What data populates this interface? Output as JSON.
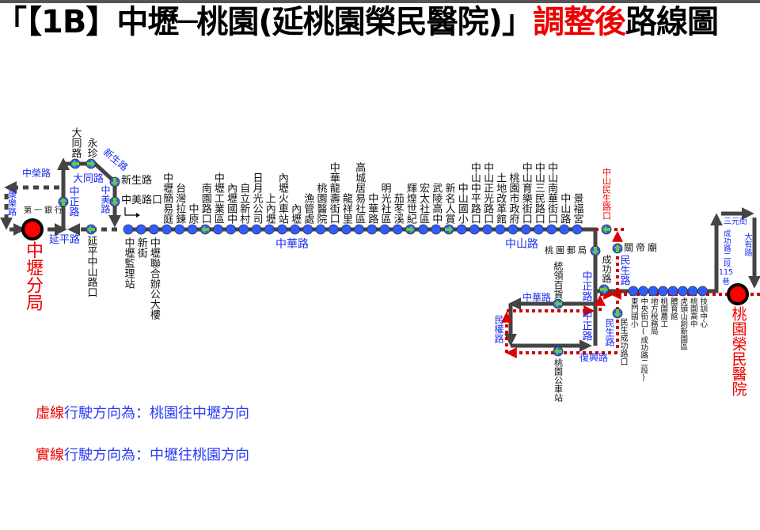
{
  "title": {
    "prefix": "「【1B】中壢─桃園(延桃園榮民醫院)」",
    "highlight": "調整後",
    "suffix": "路線圖"
  },
  "terminals": {
    "start": "中壢分局",
    "end": "桃園榮民醫院"
  },
  "main_stops": [
    {
      "name": "中壢監理站",
      "kind": "normal"
    },
    {
      "name": "新街",
      "kind": "normal"
    },
    {
      "name": "中壢聯合辦公大樓",
      "kind": "normal"
    },
    {
      "name": "中壢簡易庭",
      "kind": "normal"
    },
    {
      "name": "台灣拉鍊",
      "kind": "normal"
    },
    {
      "name": "中原",
      "kind": "normal"
    },
    {
      "name": "南園路口",
      "kind": "one-way"
    },
    {
      "name": "中壢工業區",
      "kind": "normal"
    },
    {
      "name": "內壢國中",
      "kind": "normal"
    },
    {
      "name": "自立新村",
      "kind": "normal"
    },
    {
      "name": "日月光公司",
      "kind": "normal"
    },
    {
      "name": "上內壢",
      "kind": "normal"
    },
    {
      "name": "內壢火車站",
      "kind": "normal"
    },
    {
      "name": "內壢",
      "kind": "normal"
    },
    {
      "name": "漁管處",
      "kind": "normal"
    },
    {
      "name": "桃園醫院",
      "kind": "normal"
    },
    {
      "name": "中華龍壽街口",
      "kind": "normal"
    },
    {
      "name": "龍祥里",
      "kind": "normal"
    },
    {
      "name": "高城居易社區",
      "kind": "normal"
    },
    {
      "name": "中華路",
      "kind": "normal"
    },
    {
      "name": "明光社區",
      "kind": "normal"
    },
    {
      "name": "茄苳溪",
      "kind": "normal"
    },
    {
      "name": "輝煌世紀",
      "kind": "one-way"
    },
    {
      "name": "宏太社區",
      "kind": "normal"
    },
    {
      "name": "武陵高中",
      "kind": "normal"
    },
    {
      "name": "新名人賞",
      "kind": "one-way"
    },
    {
      "name": "中山國小",
      "kind": "normal"
    },
    {
      "name": "中山中平路口",
      "kind": "normal"
    },
    {
      "name": "中山正光路口",
      "kind": "normal"
    },
    {
      "name": "土地改革館",
      "kind": "normal"
    },
    {
      "name": "桃園市政府",
      "kind": "normal"
    },
    {
      "name": "中山育樂街口",
      "kind": "normal"
    },
    {
      "name": "中山三民路口",
      "kind": "normal"
    },
    {
      "name": "中山南華街口",
      "kind": "normal"
    },
    {
      "name": "中山路",
      "kind": "normal"
    },
    {
      "name": "景福宮",
      "kind": "normal"
    }
  ],
  "east_stops": [
    "東門國小",
    "中央街口(成功路二段)",
    "地方稅務局",
    "桃園農工",
    "體育館",
    "虎頭山創新園區",
    "桃園高中",
    "技訓中心"
  ],
  "other_stops": {
    "datong": "大同路",
    "yongzhen": "永珍",
    "xinsheng": "新生路",
    "zhongmei": "中美路口",
    "firstbank": "第一銀行",
    "yanping_zhongshan": "延平中山路口",
    "zhongshan_minsheng": "中山民生路口",
    "post_office": "桃園郵局",
    "guandi": "關帝廟",
    "chenggong": "成功路",
    "tonglin": "統領百貨",
    "minsheng_chenggong": "民生成功路口",
    "bus_station": "桃園公車站"
  },
  "roads": {
    "zhongrong": "中榮路",
    "kangle": "康樂路",
    "datong_rd": "大同路",
    "zhongzheng_w": "中正路",
    "xinsheng_rd": "新生路",
    "zhongmei_rd": "中美路",
    "yanping": "延平路",
    "zhonghua": "中華路",
    "zhongshan": "中山路",
    "minsheng_n": "民生路",
    "zhongzheng_1": "中正路",
    "zhonghua_e": "中華路",
    "zhongzheng_2": "中正路",
    "minquan": "民權路",
    "minsheng_s": "民生路",
    "fuxing": "復興路",
    "sanyuan": "三元街",
    "chenggong_a": "成功路二段",
    "chenggong_b": "115",
    "chenggong_c": "巷",
    "dayou": "大有路"
  },
  "legend": [
    {
      "key": "虛線",
      "text": "行駛方向為：桃園往中壢方向"
    },
    {
      "key": "實線",
      "text": "行駛方向為：中壢往桃園方向"
    }
  ],
  "colors": {
    "line": "#444444",
    "dotted_red": "#cc0000",
    "stop": "#2f5cff",
    "one_way": "#66cc33",
    "terminal": "#ff0000",
    "road": "#1a2cf0"
  }
}
